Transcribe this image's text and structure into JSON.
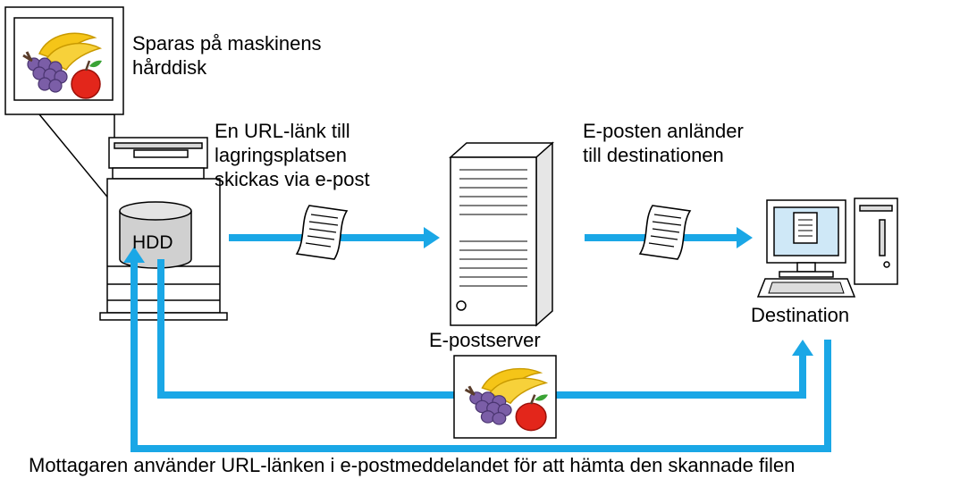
{
  "callout_text": [
    "Sparas på maskinens",
    "hårddisk"
  ],
  "step1_text": [
    "En URL-länk till",
    "lagringsplatsen",
    "skickas via e-post"
  ],
  "step2_text": [
    "E-posten anländer",
    "till destinationen"
  ],
  "hdd_label": "HDD",
  "server_label": "E-postserver",
  "destination_label": "Destination",
  "bottom_caption": "Mottagaren använder URL-länken i e-postmeddelandet för att hämta den skannade filen",
  "colors": {
    "arrow": "#1aa7e6",
    "outline": "#000000",
    "screen": "#cfe8f7"
  },
  "icons": [
    "image-thumbnail-icon",
    "copier-icon",
    "hdd-icon",
    "email-document-icon",
    "mail-server-icon",
    "desktop-computer-icon"
  ]
}
